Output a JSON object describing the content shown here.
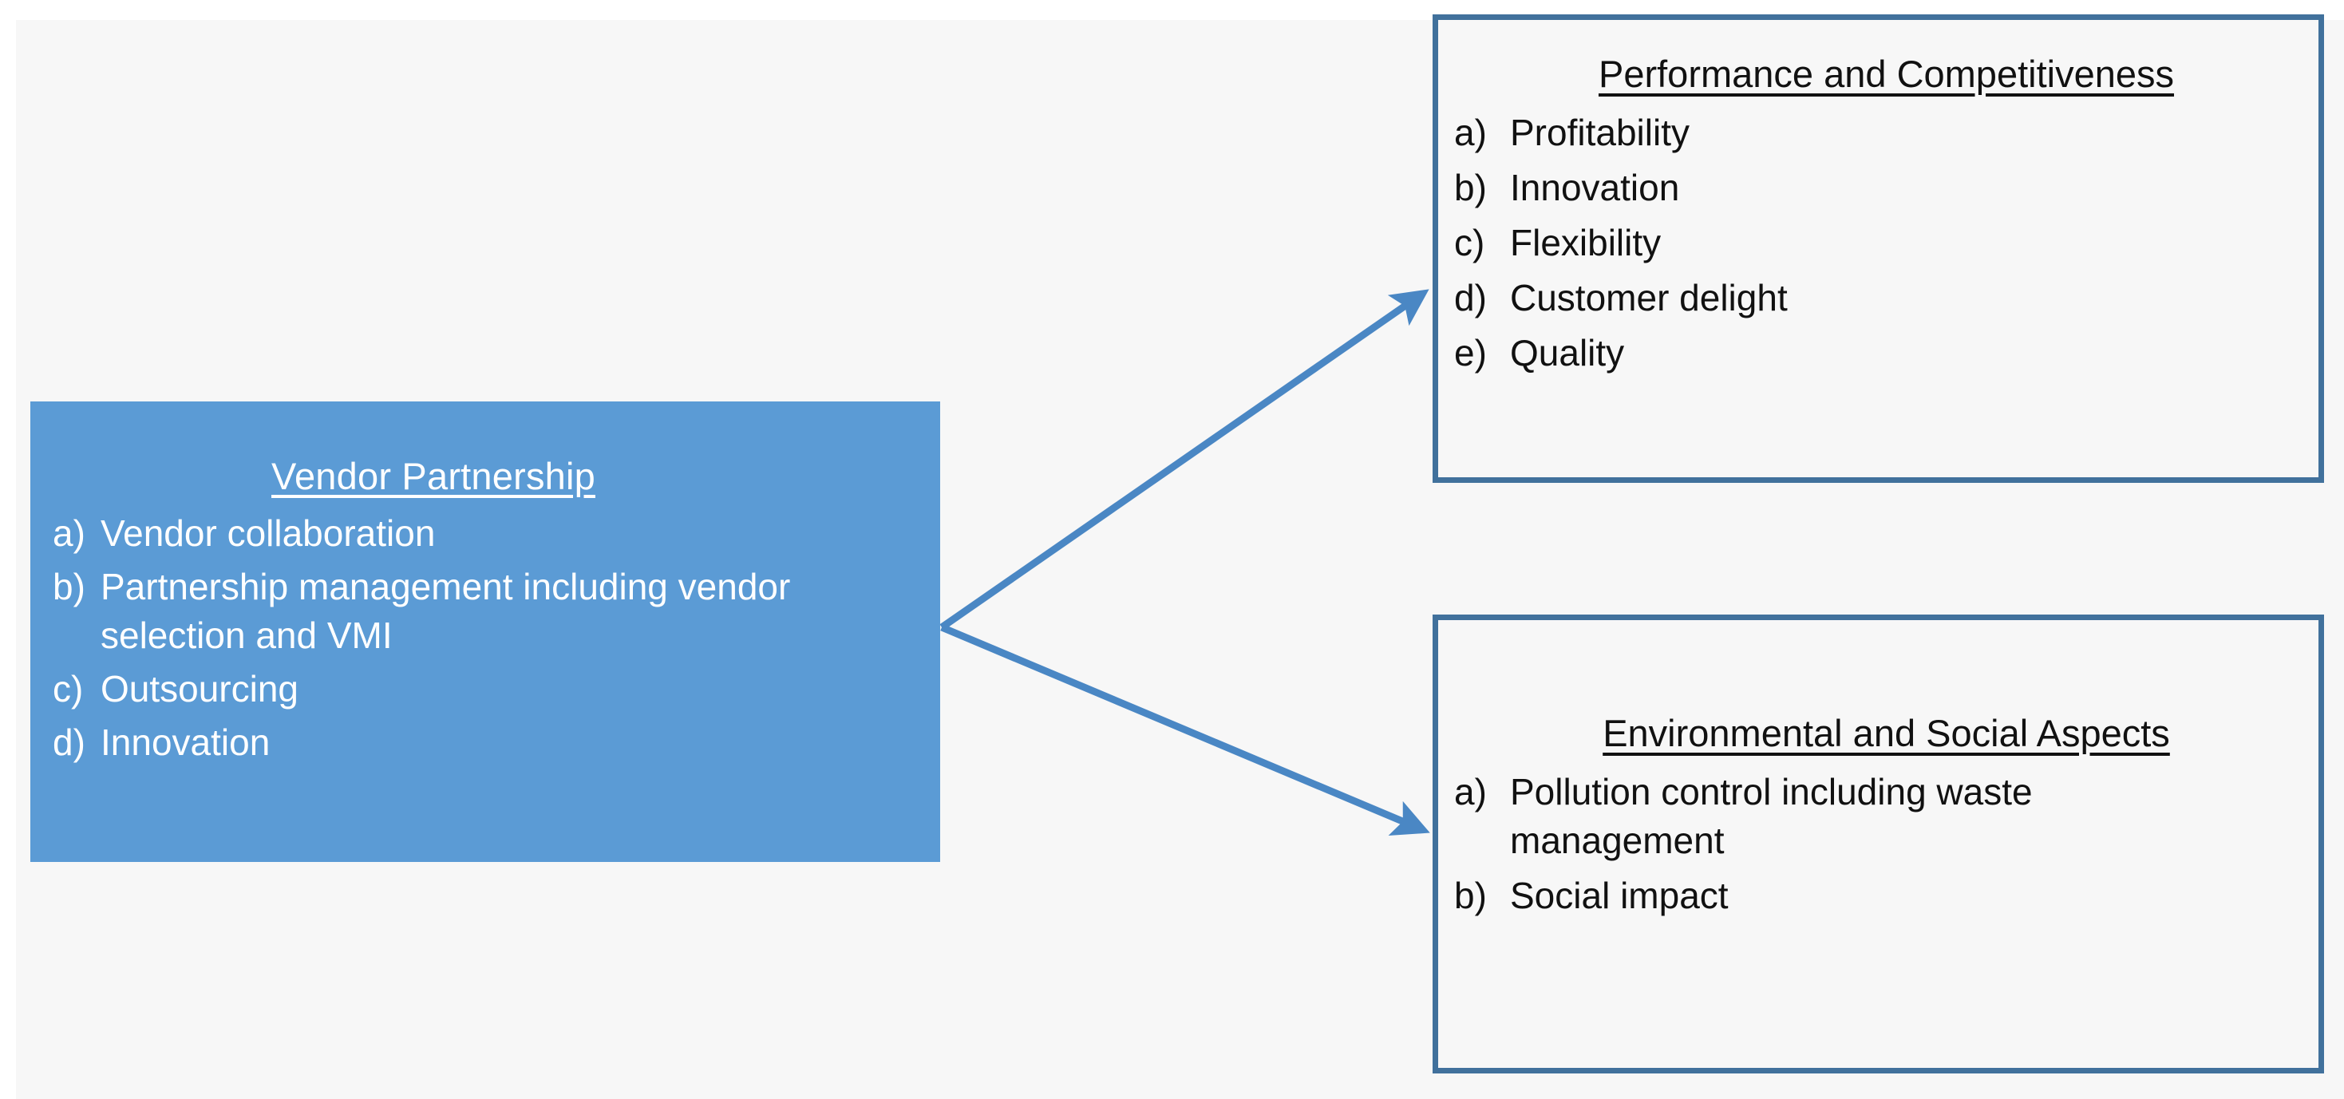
{
  "diagram": {
    "colors": {
      "source_fill": "#5B9BD5",
      "source_text": "#FFFFFF",
      "target_border": "#41719C",
      "target_fill": "#F7F7F7",
      "target_text": "#111111",
      "arrow": "#4A87C4",
      "canvas": "#F7F7F7"
    },
    "source": {
      "title": "Vendor Partnership",
      "items": [
        {
          "marker": "a)",
          "text": "Vendor collaboration"
        },
        {
          "marker": "b)",
          "text": "Partnership management including vendor selection and VMI"
        },
        {
          "marker": "c)",
          "text": "Outsourcing"
        },
        {
          "marker": "d)",
          "text": "Innovation"
        }
      ]
    },
    "targets": [
      {
        "id": "performance",
        "title": "Performance and Competitiveness",
        "items": [
          {
            "marker": "a)",
            "text": "Profitability"
          },
          {
            "marker": "b)",
            "text": "Innovation"
          },
          {
            "marker": "c)",
            "text": "Flexibility"
          },
          {
            "marker": "d)",
            "text": "Customer delight"
          },
          {
            "marker": "e)",
            "text": "Quality"
          }
        ]
      },
      {
        "id": "environment",
        "title": "Environmental and Social Aspects",
        "items": [
          {
            "marker": "a)",
            "text": "Pollution control including waste management"
          },
          {
            "marker": "b)",
            "text": "Social impact"
          }
        ]
      }
    ],
    "connectors": [
      {
        "id": "arrow-to-performance",
        "from": "Vendor Partnership",
        "to": "Performance and Competitiveness",
        "direction": "one-way"
      },
      {
        "id": "arrow-to-environment",
        "from": "Vendor Partnership",
        "to": "Environmental and Social Aspects",
        "direction": "one-way"
      }
    ]
  }
}
